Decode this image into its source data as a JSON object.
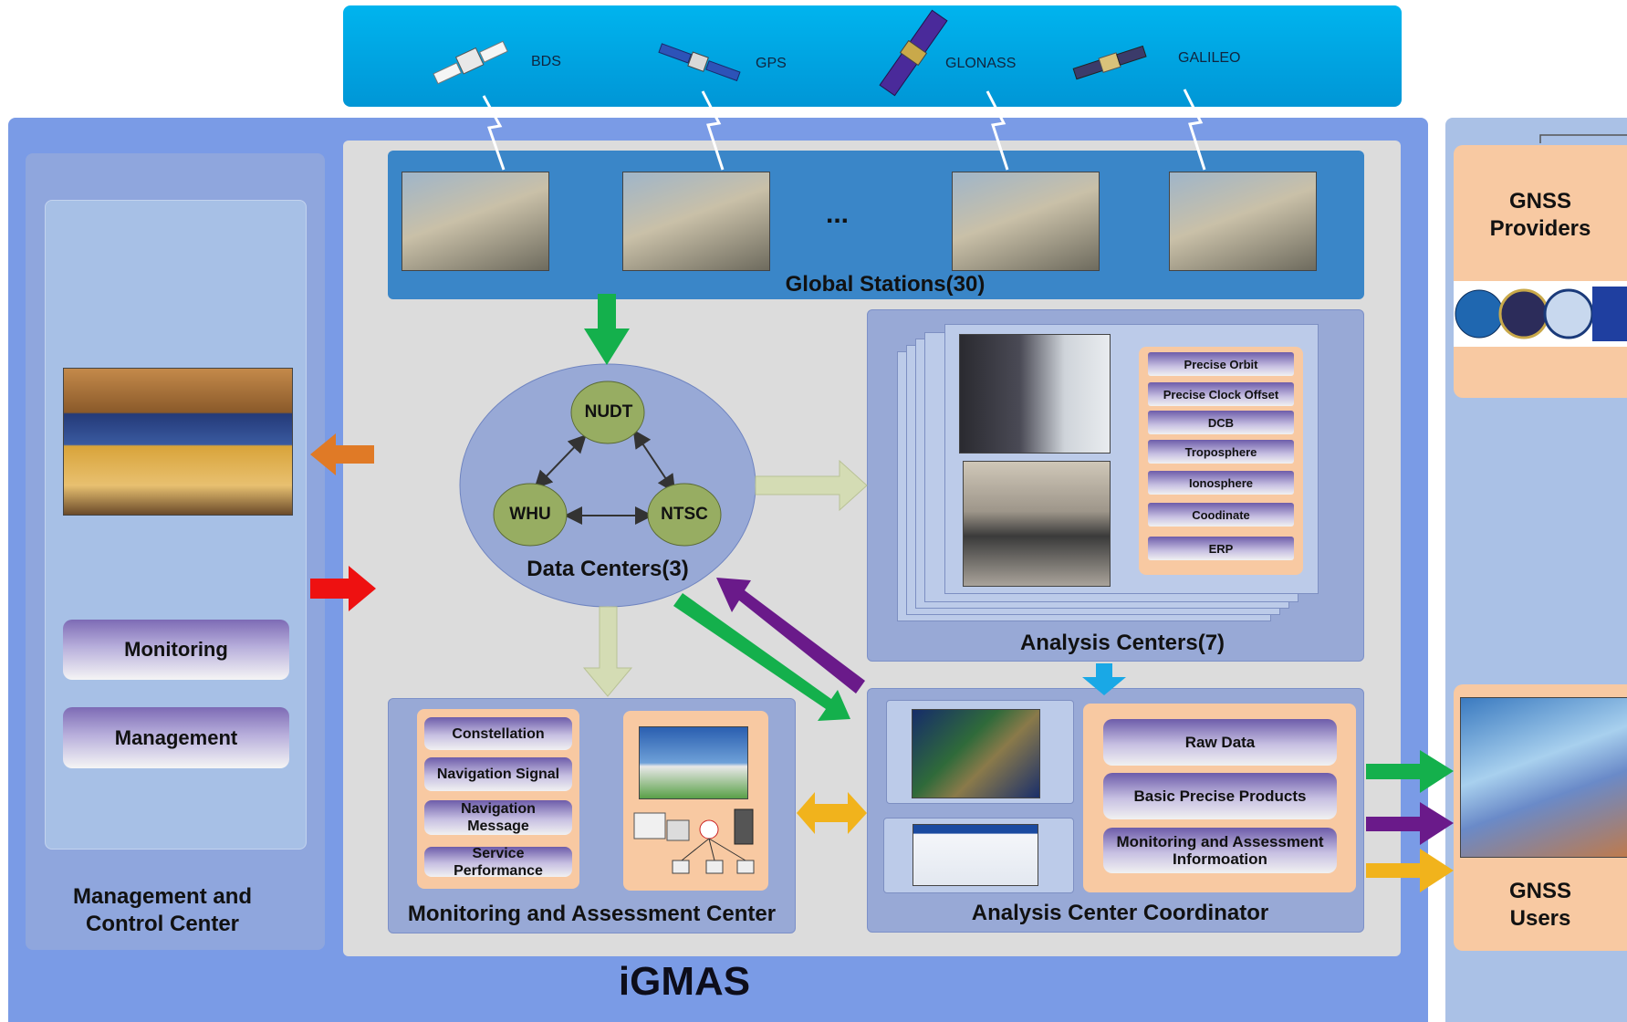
{
  "satellites": {
    "bds": "BDS",
    "gps": "GPS",
    "glonass": "GLONASS",
    "galileo": "GALILEO"
  },
  "stations": {
    "title": "Global Stations(30)",
    "ellipsis": "..."
  },
  "data_centers": {
    "title": "Data Centers(3)",
    "nodes": [
      "NUDT",
      "WHU",
      "NTSC"
    ]
  },
  "analysis_centers": {
    "title": "Analysis Centers(7)",
    "products": [
      "Precise Orbit",
      "Precise Clock Offset",
      "DCB",
      "Troposphere",
      "Ionosphere",
      "Coodinate",
      "ERP"
    ]
  },
  "mcc": {
    "title_line1": "Management and",
    "title_line2": "Control Center",
    "monitoring": "Monitoring",
    "management": "Management"
  },
  "mac": {
    "title": "Monitoring and Assessment Center",
    "items": [
      {
        "l1": "Constellation",
        "l2": ""
      },
      {
        "l1": "Navigation Signal",
        "l2": ""
      },
      {
        "l1": "Navigation",
        "l2": "Message"
      },
      {
        "l1": "Service",
        "l2": "Performance"
      }
    ]
  },
  "acc": {
    "title": "Analysis Center Coordinator",
    "raw": "Raw Data",
    "basic": "Basic Precise Products",
    "mon_l1": "Monitoring and Assessment",
    "mon_l2": "Informoation"
  },
  "providers": {
    "l1": "GNSS",
    "l2": "Providers"
  },
  "users": {
    "l1": "GNSS",
    "l2": "Users"
  },
  "system_name": "iGMAS",
  "colors": {
    "green": "#14b04c",
    "purple": "#6a1a8a",
    "orange": "#e07a26",
    "red": "#ee1111",
    "yellow": "#f1b31c",
    "lightgreen": "#d4dcb4",
    "cyan": "#19a8e6",
    "node": "#97ad62"
  }
}
